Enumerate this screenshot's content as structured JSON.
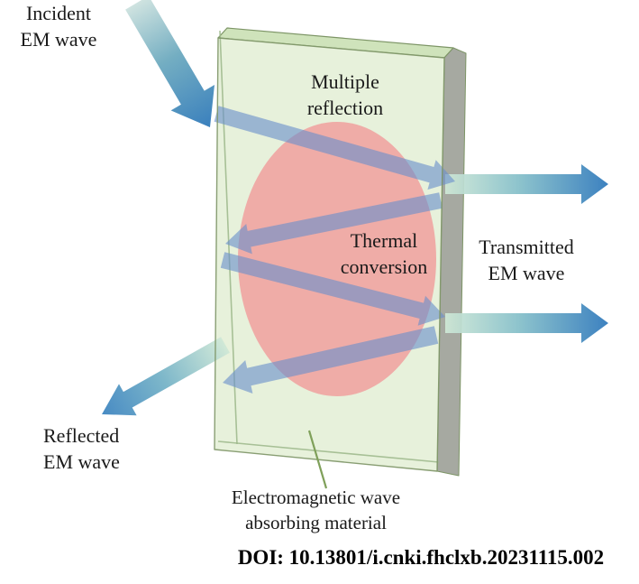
{
  "figure": {
    "labels": {
      "incident": {
        "line1": "Incident",
        "line2": "EM wave"
      },
      "multiple_reflection": {
        "line1": "Multiple",
        "line2": "reflection"
      },
      "thermal_conversion": {
        "line1": "Thermal",
        "line2": "conversion"
      },
      "transmitted": {
        "line1": "Transmitted",
        "line2": "EM wave"
      },
      "reflected": {
        "line1": "Reflected",
        "line2": "EM wave"
      },
      "absorbing_material": {
        "line1": "Electromagnetic wave",
        "line2": "absorbing material"
      }
    },
    "doi": "DOI: 10.13801/i.cnki.fhclxb.20231115.002",
    "icons": {
      "incident-arrow": "thick gradient arrow entering slab from upper left",
      "transmitted-arrow-upper": "horizontal gradient arrow exiting slab right side",
      "transmitted-arrow-lower": "horizontal gradient arrow exiting slab right side",
      "reflected-arrow": "gradient arrow leaving slab toward lower left",
      "internal-reflection-arrows": "four translucent blue zigzag arrows inside slab",
      "leader-line": "thin green callout line from slab to material label"
    },
    "colors": {
      "slab_face": "#e5f0d8",
      "slab_top_face": "#cfe3bb",
      "slab_side_gray": "#a6a9a1",
      "slab_edge": "#7d9566",
      "thermal_ellipse_pink": "#efa8a4",
      "internal_arrow_blue": "#6b90cc",
      "external_arrow_pale": "#cfe8d6",
      "external_arrow_blue": "#2e78bb",
      "text": "#1a1a1a"
    }
  }
}
